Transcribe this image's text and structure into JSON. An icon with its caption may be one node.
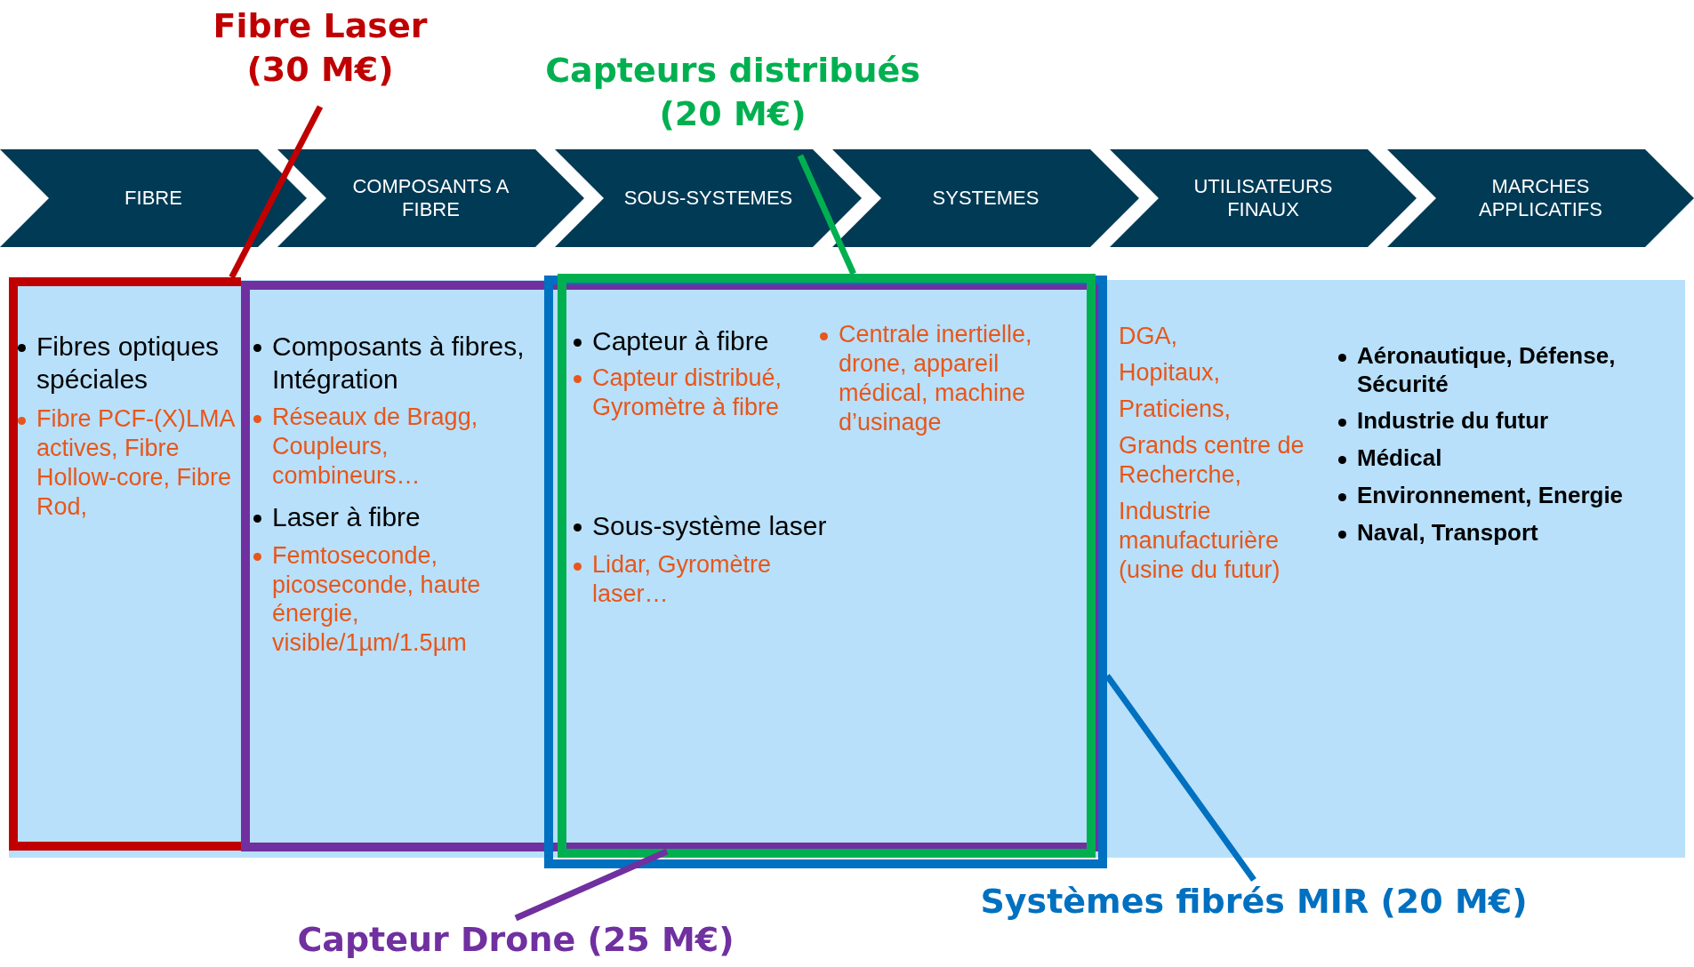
{
  "diagram": {
    "nodes": [
      {
        "text": [
          "Fibre Laser (30 M€)"
        ]
      },
      {
        "text": [
          "Capteurs distribués (20 M€)"
        ]
      },
      {
        "text": [
          "FIBRE"
        ]
      },
      {
        "text": [
          "COMPOSANTS A FIBRE"
        ]
      },
      {
        "text": [
          "SOUS-SYSTEMES"
        ]
      },
      {
        "text": [
          "SYSTEMES"
        ]
      },
      {
        "text": [
          "UTILISATEURS FINAUX"
        ]
      },
      {
        "text": [
          "MARCHES APPLICATIFS"
        ]
      },
      {
        "text": [],
        "shape": "box"
      },
      {
        "text": [],
        "shape": "box"
      },
      {
        "text": [],
        "shape": "box",
        "in": 9
      },
      {
        "text": [],
        "shape": "box",
        "in": 10
      },
      {
        "text": [
          "Capteur Drone (25 M€)"
        ]
      },
      {
        "text": [
          "Systèmes fibrés MIR (20 M€)"
        ]
      }
    ],
    "edges": [
      {
        "from": 0,
        "to": 8,
        "arrow": "none",
        "color": "#c00000"
      },
      {
        "from": 1,
        "to": 11,
        "arrow": "none",
        "color": "#00b050"
      },
      {
        "from": 12,
        "to": 9,
        "arrow": "none",
        "color": "#7030a0"
      },
      {
        "from": 13,
        "to": 10,
        "arrow": "none",
        "color": "#0070c0"
      }
    ],
    "labels": [
      "Fibres optiques spéciales",
      "Fibre PCF-(X)LMA actives, Fibre Hollow-core, Fibre Rod,",
      "Composants à fibres, Intégration",
      "Réseaux de Bragg, Coupleurs, combineurs…",
      "Laser à fibre",
      "Femtoseconde, picoseconde, haute énergie, visible/1µm/1.5µm",
      "Capteur à fibre",
      "Capteur distribué, Gyromètre à fibre",
      "Centrale inertielle, drone, appareil médical, machine d’usinage",
      "Sous-système laser",
      "Lidar, Gyromètre laser…",
      "DGA,",
      "Hopitaux,",
      "Praticiens,",
      "Grands centre de Recherche,",
      "Industrie manufacturière (usine du futur)",
      "Aéronautique, Défense, Sécurité",
      "Industrie du futur",
      "Médical",
      "Environnement, Energie",
      "Naval, Transport"
    ]
  }
}
